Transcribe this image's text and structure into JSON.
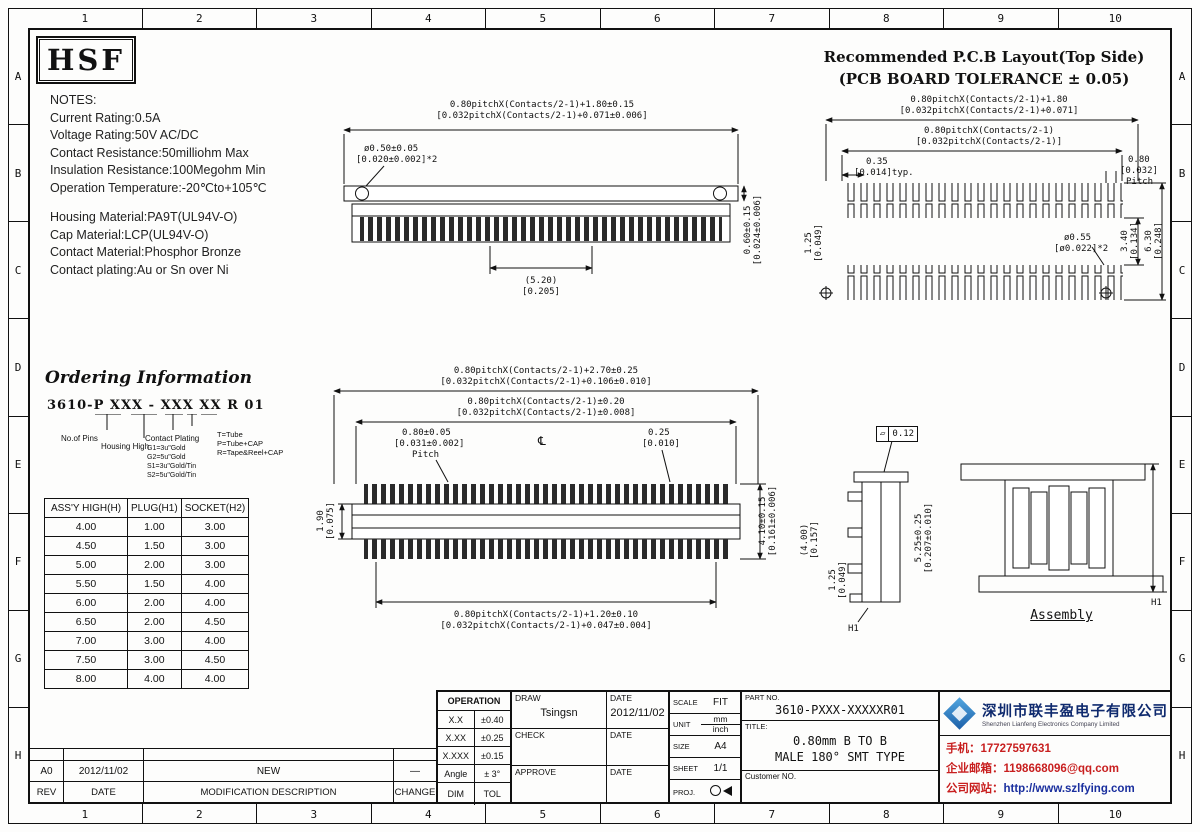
{
  "frame": {
    "cols": [
      "1",
      "2",
      "3",
      "4",
      "5",
      "6",
      "7",
      "8",
      "9",
      "10"
    ],
    "rows": [
      "A",
      "B",
      "C",
      "D",
      "E",
      "F",
      "G",
      "H"
    ]
  },
  "logo": {
    "text": "HSF"
  },
  "notes": {
    "heading": "NOTES:",
    "electrical": [
      "Current Rating:0.5A",
      "Voltage Rating:50V AC/DC",
      "Contact Resistance:50milliohm Max",
      "Insulation Resistance:100Megohm Min",
      "Operation Temperature:-20℃to+105℃"
    ],
    "materials": [
      "Housing Material:PA9T(UL94V-O)",
      "Cap Material:LCP(UL94V-O)",
      "Contact Material:Phosphor Bronze",
      "Contact plating:Au or Sn over Ni"
    ]
  },
  "pcb_title": {
    "line1": "Recommended P.C.B Layout(Top Side)",
    "line2": "(PCB BOARD TOLERANCE ± 0.05)"
  },
  "top_view": {
    "dim_width_mm": "0.80pitchX(Contacts/2-1)+1.80±0.15",
    "dim_width_in": "[0.032pitchX(Contacts/2-1)+0.071±0.006]",
    "dim_hole_mm": "ø0.50±0.05",
    "dim_hole_in": "[0.020±0.002]*2",
    "dim_height_mm": "0.60±0.15",
    "dim_height_in": "[0.024±0.006]",
    "dim_len_mm": "(5.20)",
    "dim_len_in": "[0.205]"
  },
  "pcb_layout": {
    "dim1_mm": "0.80pitchX(Contacts/2-1)+1.80",
    "dim1_in": "[0.032pitchX(Contacts/2-1)+0.071]",
    "dim2_mm": "0.80pitchX(Contacts/2-1)",
    "dim2_in": "[0.032pitchX(Contacts/2-1)]",
    "dim3_mm": "0.35",
    "dim3_in": "[0.014]typ.",
    "pitch_mm": "0.80",
    "pitch_in": "[0.032]",
    "pitch_label": "Pitch",
    "dim4_mm": "1.25",
    "dim4_in": "[0.049]",
    "hole_mm": "ø0.55",
    "hole_in": "[ø0.022]*2",
    "dim5_mm": "3.40",
    "dim5_in": "[0.134]",
    "dim6_mm": "6.30",
    "dim6_in": "[0.248]"
  },
  "front_view": {
    "dim1_mm": "0.80pitchX(Contacts/2-1)+2.70±0.25",
    "dim1_in": "[0.032pitchX(Contacts/2-1)+0.106±0.010]",
    "dim2_mm": "0.80pitchX(Contacts/2-1)±0.20",
    "dim2_in": "[0.032pitchX(Contacts/2-1)±0.008]",
    "dim3_mm": "0.80±0.05",
    "dim3_in": "[0.031±0.002]",
    "dim3_label": "Pitch",
    "dim4_mm": "0.25",
    "dim4_in": "[0.010]",
    "dim5_mm": "1.90",
    "dim5_in": "[0.075]",
    "dim6_mm": "4.10±0.15",
    "dim6_in": "[0.161±0.006]",
    "dim7_mm": "0.80pitchX(Contacts/2-1)+1.20±0.10",
    "dim7_in": "[0.032pitchX(Contacts/2-1)+0.047±0.004]",
    "centerline": "℄"
  },
  "side_view": {
    "flatness_symbol": "▱",
    "flatness_value": "0.12",
    "dim1_mm": "(4.00)",
    "dim1_in": "[0.157]",
    "dim2_mm": "1.25",
    "dim2_in": "[0.049]",
    "dim3_mm": "5.25±0.25",
    "dim3_in": "[0.207±0.010]",
    "h1_label": "H1"
  },
  "assembly": {
    "label": "Assembly",
    "h1_label": "H1"
  },
  "ordering": {
    "title": "Ordering Information",
    "code": "3610-P XXX - XXX XX R 01",
    "pins_label": "No.of Pins",
    "housing_label": "Housing High",
    "plating_label": "Contact Plating",
    "plating_options": [
      "G1=3u\"Gold",
      "G2=5u\"Gold",
      "S1=3u\"Gold/Tin",
      "S2=5u\"Gold/Tin"
    ],
    "packing_options": [
      "T=Tube",
      "P=Tube+CAP",
      "R=Tape&Reel+CAP"
    ]
  },
  "assy_table": {
    "headers": [
      "ASS'Y HIGH(H)",
      "PLUG(H1)",
      "SOCKET(H2)"
    ],
    "rows": [
      [
        "4.00",
        "1.00",
        "3.00"
      ],
      [
        "4.50",
        "1.50",
        "3.00"
      ],
      [
        "5.00",
        "2.00",
        "3.00"
      ],
      [
        "5.50",
        "1.50",
        "4.00"
      ],
      [
        "6.00",
        "2.00",
        "4.00"
      ],
      [
        "6.50",
        "2.00",
        "4.50"
      ],
      [
        "7.00",
        "3.00",
        "4.00"
      ],
      [
        "7.50",
        "3.00",
        "4.50"
      ],
      [
        "8.00",
        "4.00",
        "4.00"
      ]
    ]
  },
  "title_block": {
    "operation_header": "OPERATION",
    "tol_rows": [
      [
        "X.X",
        "±0.40"
      ],
      [
        "X.XX",
        "±0.25"
      ],
      [
        "X.XXX",
        "±0.15"
      ],
      [
        "Angle",
        "± 3°"
      ]
    ],
    "dim_label": "DIM",
    "tol_label": "TOL",
    "draw_label": "DRAW",
    "date_label": "DATE",
    "draw_name": "Tsingsn",
    "draw_date": "2012/11/02",
    "check_label": "CHECK",
    "approve_label": "APPROVE",
    "scale_label": "SCALE",
    "scale_value": "FIT",
    "unit_label": "UNIT",
    "unit_mm": "mm",
    "unit_inch": "inch",
    "size_label": "SIZE",
    "size_value": "A4",
    "sheet_label": "SHEET",
    "sheet_value": "1/1",
    "proj_label": "PROJ.",
    "part_no_label": "PART NO.",
    "part_no": "3610-PXXX-XXXXXR01",
    "title_label": "TITLE:",
    "title_line1": "0.80mm B TO B",
    "title_line2": "MALE 180° SMT TYPE",
    "customer_label": "Customer NO.",
    "rev_value": "A0",
    "rev_date": "2012/11/02",
    "rev_desc": "NEW",
    "rev_change": "—",
    "rev_label": "REV",
    "rev_date_label": "DATE",
    "mod_label": "MODIFICATION DESCRIPTION",
    "change_label": "CHANGE"
  },
  "company": {
    "name_cn": "深圳市联丰盈电子有限公司",
    "name_en": "Shenzhen Lianfeng Electronics Company Limited",
    "phone": "手机：17727597631",
    "email": "企业邮箱：1198668096@qq.com",
    "website_label": "公司网站：",
    "website": "http://www.szlfying.com"
  }
}
